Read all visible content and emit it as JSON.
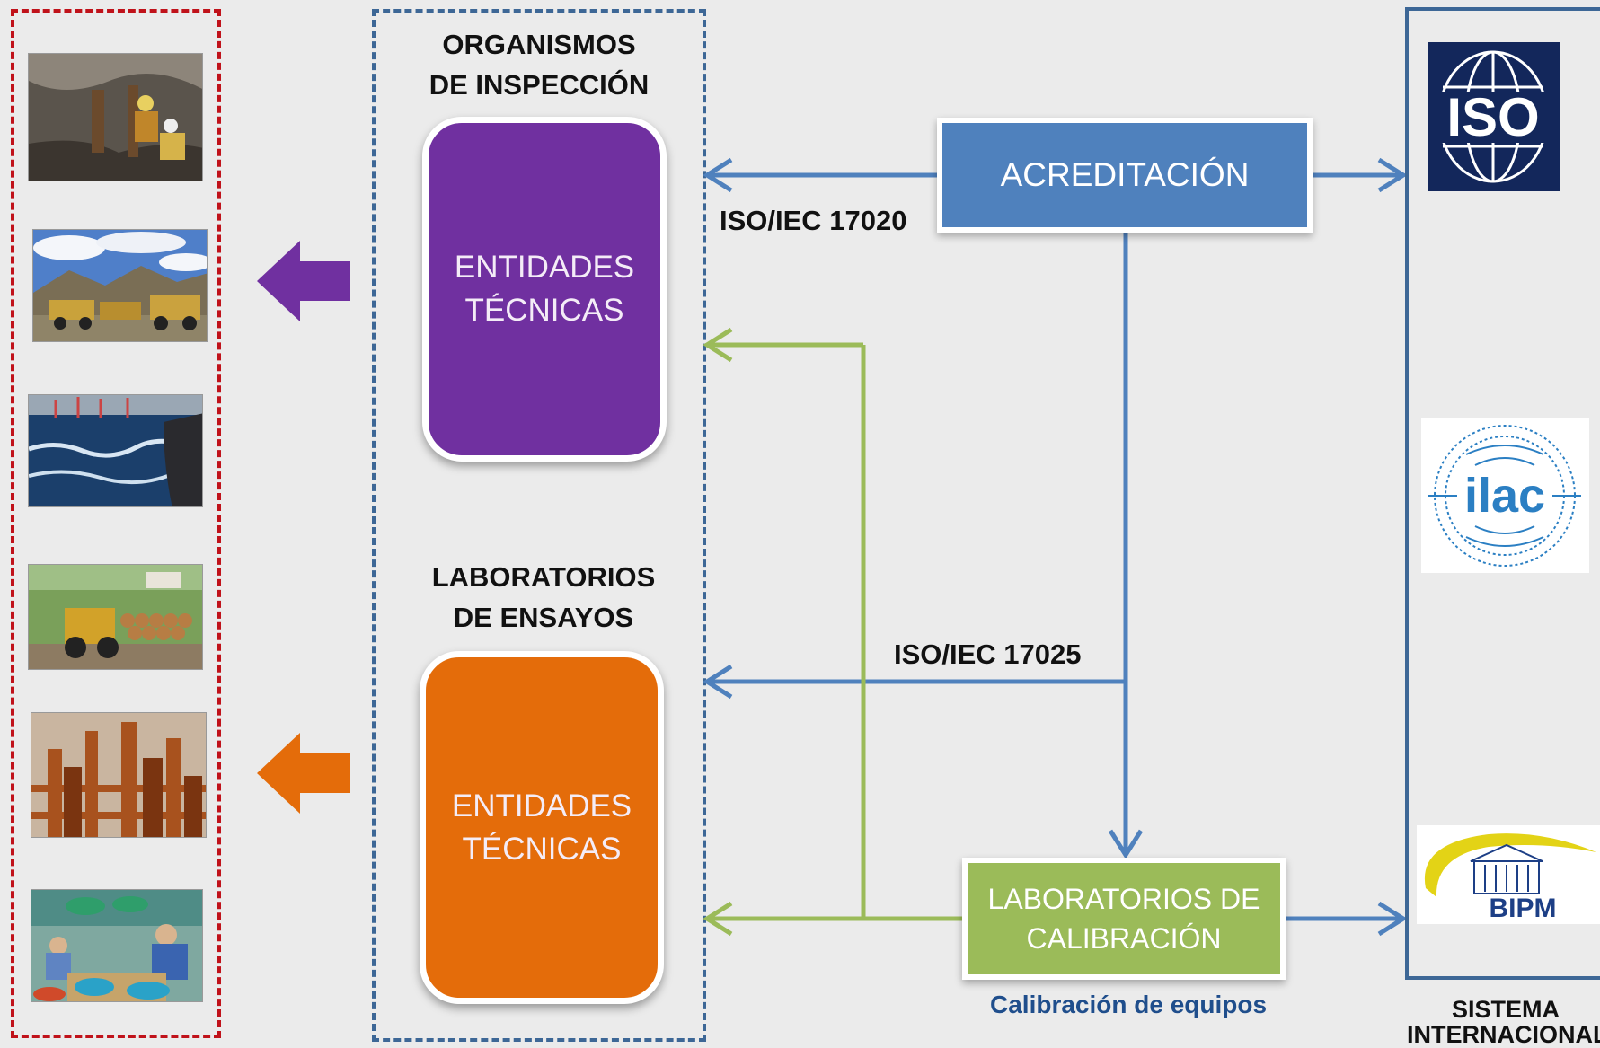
{
  "inspection": {
    "heading": "ORGANISMOS\nDE INSPECCIÓN",
    "entity_label": "ENTIDADES\nTÉCNICAS",
    "color": "#7030a0"
  },
  "testing": {
    "heading": "LABORATORIOS\n DE ENSAYOS",
    "entity_label": "ENTIDADES\nTÉCNICAS",
    "color": "#e46c0a"
  },
  "accreditation": {
    "label": "ACREDITACIÓN",
    "color": "#4f81bd"
  },
  "calibration": {
    "label": "LABORATORIOS DE\nCALIBRACIÓN",
    "caption": "Calibración de equipos",
    "color": "#9bbb59"
  },
  "standards": {
    "inspection": "ISO/IEC 17020",
    "testing": "ISO/IEC 17025"
  },
  "international": {
    "caption": "SISTEMA\nINTERNACIONAL",
    "logos": [
      {
        "name": "iso-logo",
        "text": "ISO"
      },
      {
        "name": "ilac-logo",
        "text": "ilac"
      },
      {
        "name": "bipm-logo",
        "text": "BIPM"
      }
    ]
  },
  "sectors": [
    "mining",
    "mining-trucks",
    "fishing",
    "forestry",
    "oil-refinery",
    "food-processing"
  ]
}
